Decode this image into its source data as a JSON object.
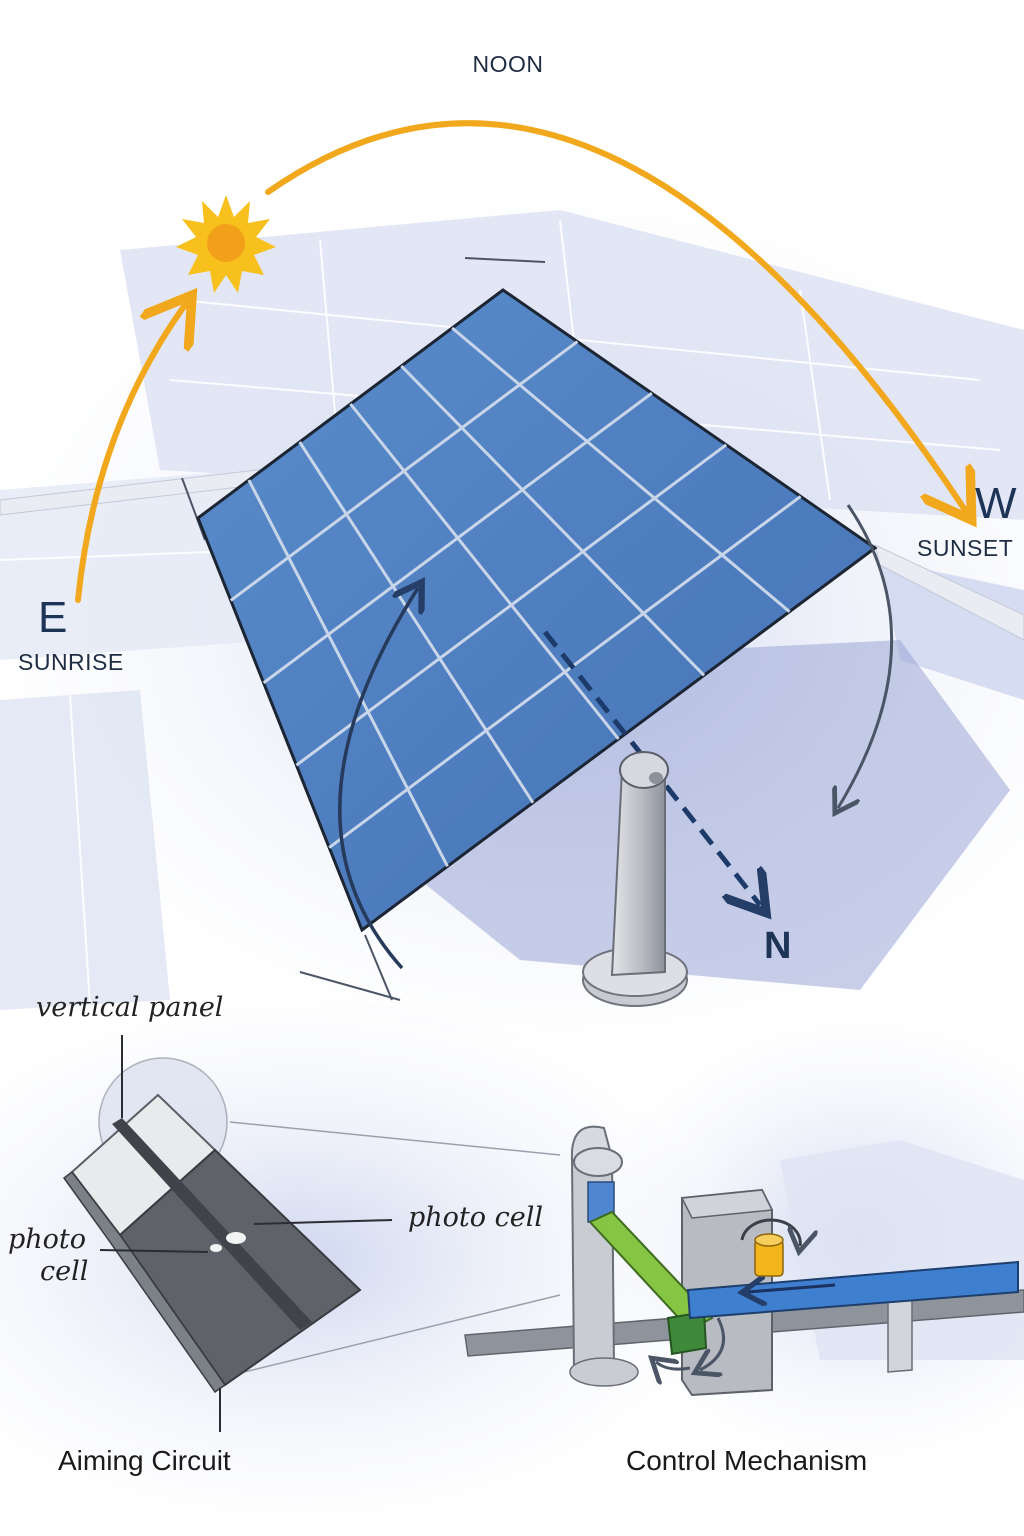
{
  "sun_path": {
    "noon_label": "NOON",
    "east_letter": "E",
    "sunrise_label": "SUNRISE",
    "west_letter": "W",
    "sunset_label": "SUNSET",
    "path_color": "#f2a81d"
  },
  "tracker": {
    "north_letter": "N",
    "panel_color": "#4f7fc0"
  },
  "aiming_circuit": {
    "vertical_panel_label": "vertical panel",
    "photo_cell_left_line1": "photo",
    "photo_cell_left_line2": "cell",
    "photo_cell_right_label": "photo cell",
    "caption": "Aiming Circuit"
  },
  "control_mechanism": {
    "caption": "Control Mechanism",
    "arm_color": "#86c443",
    "beam_color": "#3f7fd0",
    "knob_color": "#f2b61b"
  }
}
